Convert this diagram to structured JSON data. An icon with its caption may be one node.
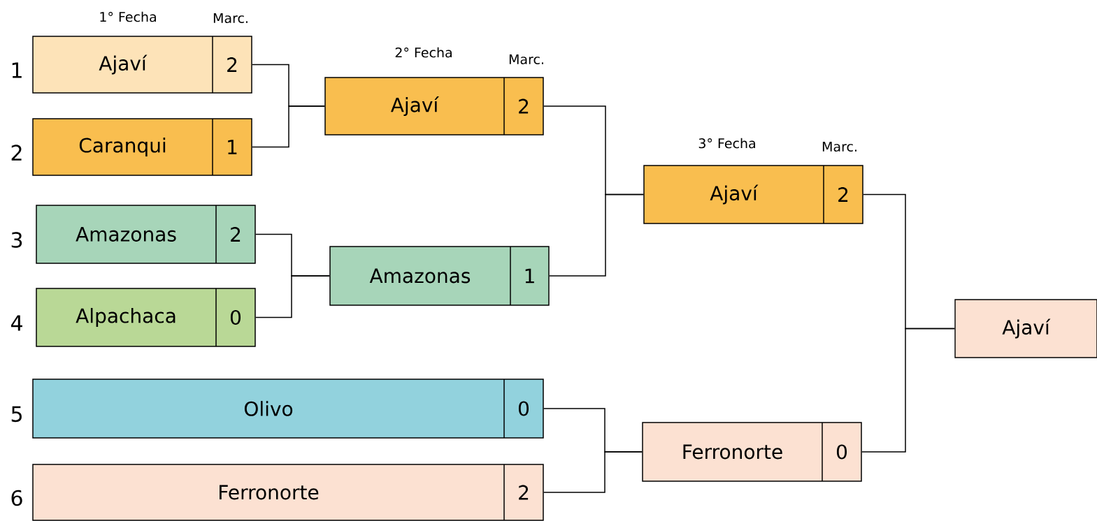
{
  "diagram": {
    "nodes": [
      {
        "text": [
          "Ajaví",
          "2"
        ],
        "beside": [
          "1"
        ]
      },
      {
        "text": [
          "Caranqui",
          "1"
        ],
        "beside": [
          "2"
        ]
      },
      {
        "text": [
          "Ajaví",
          "2"
        ]
      },
      {
        "text": [
          "Amazonas",
          "2"
        ],
        "beside": [
          "3"
        ]
      },
      {
        "text": [
          "Alpachaca",
          "0"
        ],
        "beside": [
          "4"
        ]
      },
      {
        "text": [
          "Amazonas",
          "1"
        ]
      },
      {
        "text": [
          "Ajaví",
          "2"
        ]
      },
      {
        "text": [
          "Olivo",
          "0"
        ],
        "beside": [
          "5"
        ]
      },
      {
        "text": [
          "Ferronorte",
          "2"
        ],
        "beside": [
          "6"
        ]
      },
      {
        "text": [
          "Ferronorte",
          "0"
        ]
      },
      {
        "text": [
          "Ajaví"
        ]
      }
    ],
    "edges": [
      {
        "from": 0,
        "to": 2,
        "arrow": "none"
      },
      {
        "from": 1,
        "to": 2,
        "arrow": "none"
      },
      {
        "from": 3,
        "to": 5,
        "arrow": "none"
      },
      {
        "from": 4,
        "to": 5,
        "arrow": "none"
      },
      {
        "from": 2,
        "to": 6,
        "arrow": "none"
      },
      {
        "from": 5,
        "to": 6,
        "arrow": "none"
      },
      {
        "from": 7,
        "to": 9,
        "arrow": "none"
      },
      {
        "from": 8,
        "to": 9,
        "arrow": "none"
      },
      {
        "from": 6,
        "to": 10,
        "arrow": "none"
      },
      {
        "from": 9,
        "to": 10,
        "arrow": "none"
      }
    ],
    "labels": [
      "1° Fecha",
      "Marc.",
      "2° Fecha",
      "Marc.",
      "3° Fecha",
      "Marc."
    ]
  }
}
